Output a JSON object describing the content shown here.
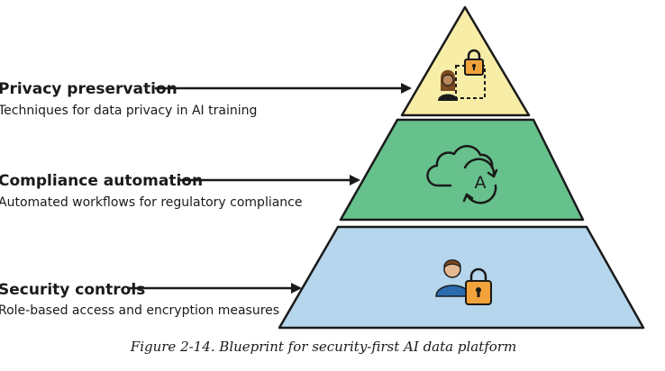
{
  "layers": [
    {
      "title": "Privacy preservation",
      "description": "Techniques for data privacy in AI training",
      "color": "#f8eda7",
      "icon": "person-lock-icon"
    },
    {
      "title": "Compliance automation",
      "description": "Automated workflows for regulatory compliance",
      "color": "#66c18c",
      "icon": "cloud-automation-icon"
    },
    {
      "title": "Security controls",
      "description": "Role-based access and encryption measures",
      "color": "#b5d6ec",
      "icon": "user-lock-icon"
    }
  ],
  "cloud_icon_letter": "A",
  "caption": "Figure 2-14. Blueprint for security-first AI data platform"
}
